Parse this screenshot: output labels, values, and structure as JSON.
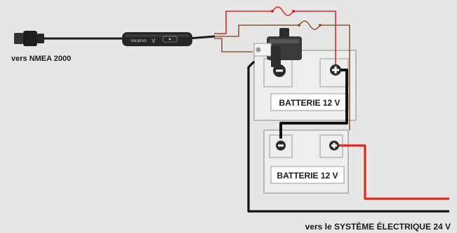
{
  "labels": {
    "nmea": "vers NMEA 2000",
    "system": "vers le SYSTÈME ÉLECTRIQUE 24 V",
    "battery_top": "BATTERIE 12 V",
    "battery_bottom": "BATTERIE 12 V",
    "brand": "Veratron",
    "device_symbol": "V"
  },
  "colors": {
    "background": "#e6e6e6",
    "battery_case": "#eeeeee",
    "battery_outline": "#a8a8a8",
    "wire_red": "#e0281e",
    "wire_brown": "#8c5a32",
    "wire_black": "#111111",
    "device": "#262626"
  },
  "icons": {
    "negative_terminal": "minus-terminal-icon",
    "positive_terminal": "plus-terminal-icon",
    "fuse": "fuse-icon",
    "connector": "nmea-connector-icon"
  }
}
